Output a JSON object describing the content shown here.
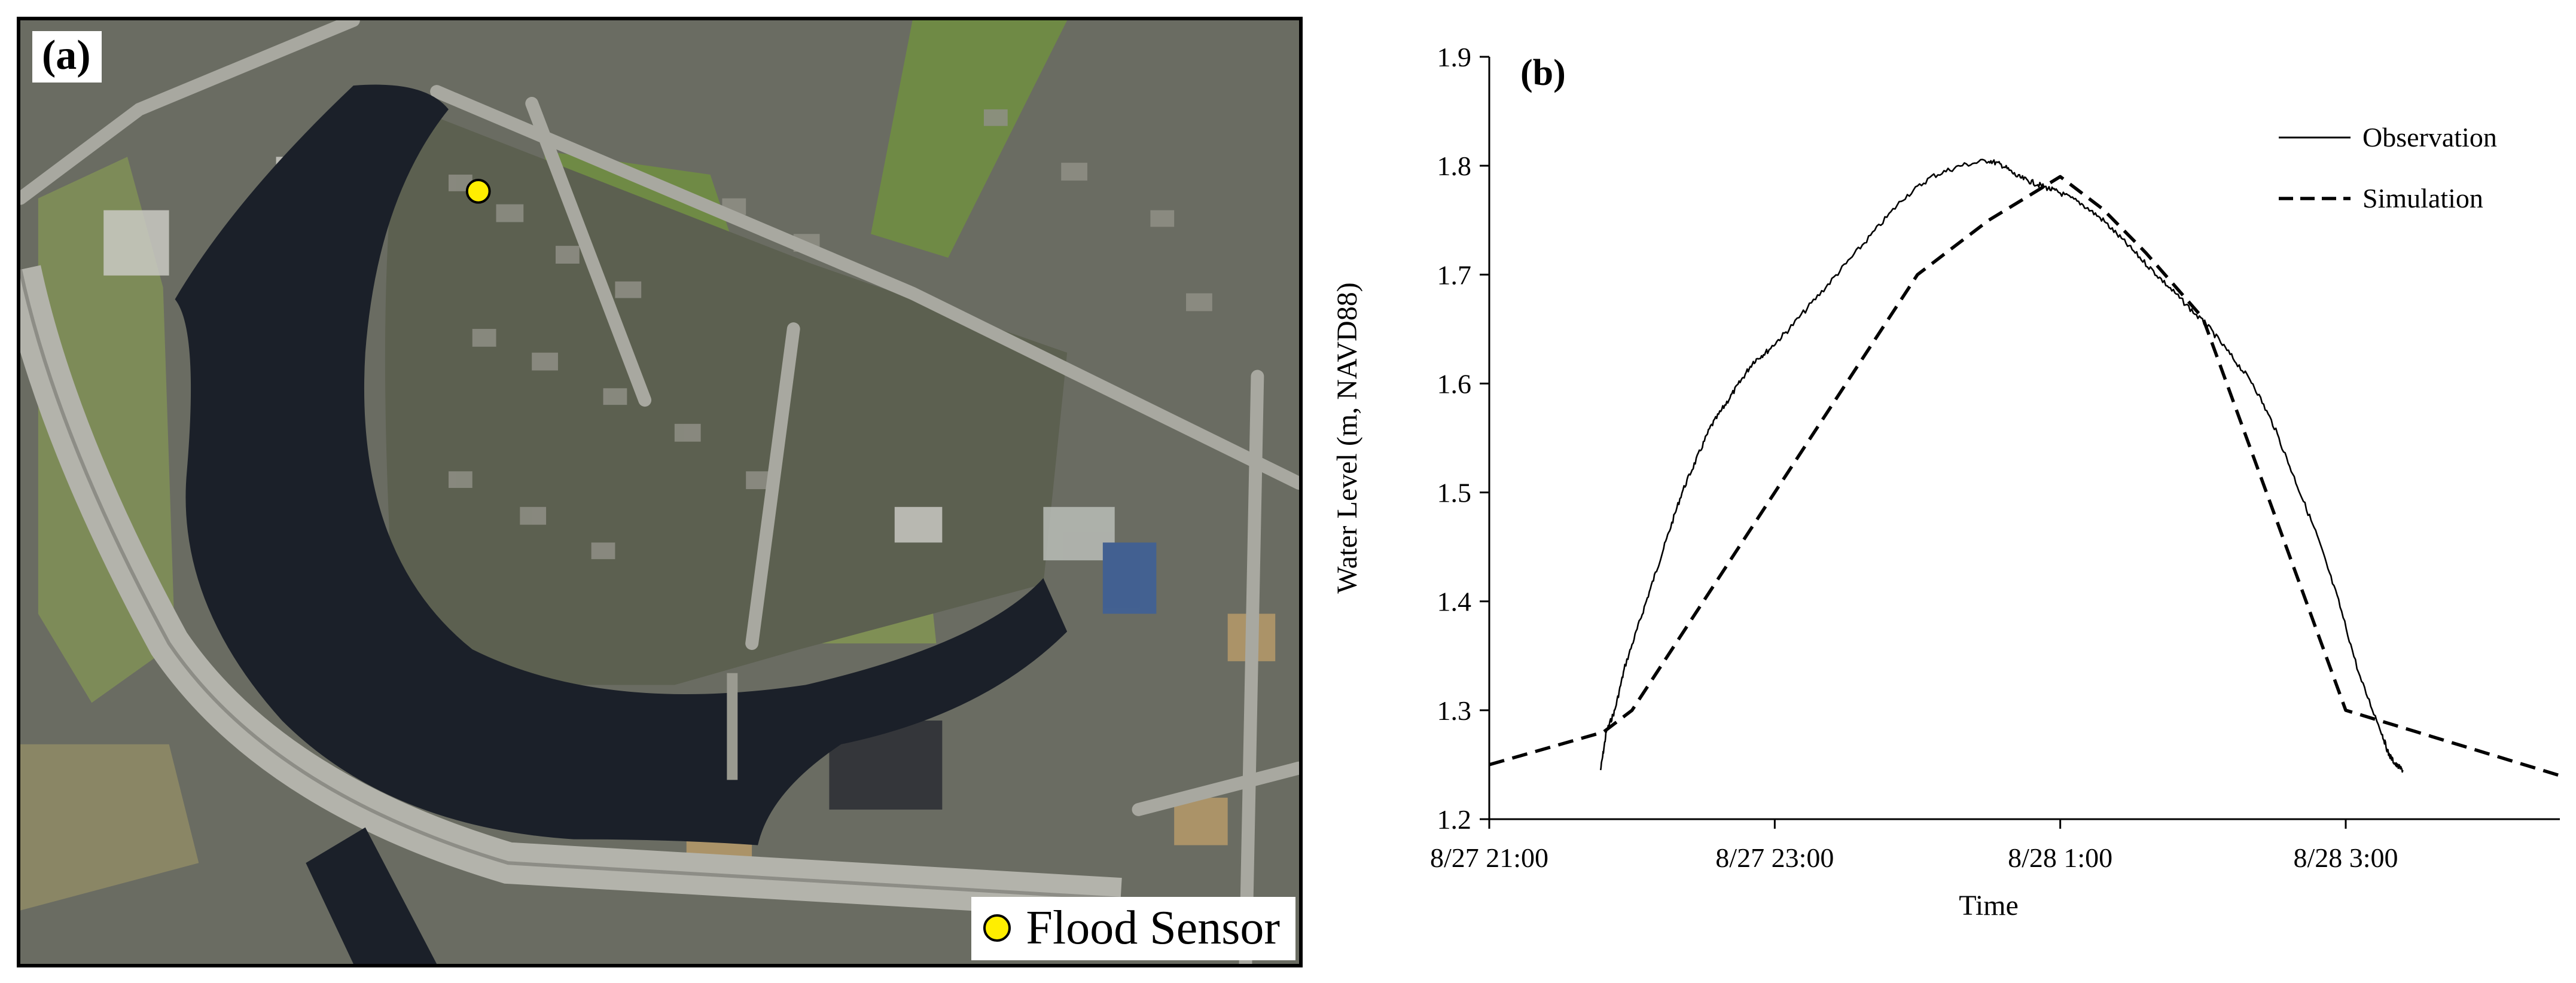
{
  "panel_a": {
    "label": "(a)",
    "legend_label": "Flood Sensor",
    "colors": {
      "water": "#1b2029",
      "sensor": "#ffee00",
      "vegetation": "#6f8a45",
      "roof": "#5a5c56",
      "road": "#9a9a92"
    }
  },
  "panel_b": {
    "label": "(b)"
  },
  "chart_data": {
    "type": "line",
    "xlabel": "Time",
    "ylabel": "Water Level (m, NAVD88)",
    "x_unit": "hours after 8/27 21:00",
    "xlim": [
      0,
      7.5
    ],
    "ylim": [
      1.2,
      1.9
    ],
    "yticks": [
      1.2,
      1.3,
      1.4,
      1.5,
      1.6,
      1.7,
      1.8,
      1.9
    ],
    "xticks": [
      {
        "value": 0,
        "label": "8/27 21:00"
      },
      {
        "value": 2,
        "label": "8/27 23:00"
      },
      {
        "value": 4,
        "label": "8/28 1:00"
      },
      {
        "value": 6,
        "label": "8/28 3:00"
      }
    ],
    "grid": false,
    "legend_position": "top-right",
    "series": [
      {
        "name": "Observation",
        "style": "solid",
        "color": "#000000",
        "x": [
          0.78,
          0.82,
          0.88,
          0.95,
          1.05,
          1.15,
          1.25,
          1.35,
          1.45,
          1.55,
          1.65,
          1.75,
          1.85,
          1.95,
          2.1,
          2.3,
          2.5,
          2.7,
          2.9,
          3.1,
          3.3,
          3.5,
          3.6,
          3.7,
          3.8,
          3.9,
          4.0,
          4.15,
          4.3,
          4.45,
          4.6,
          4.75,
          4.9,
          5.05,
          5.2,
          5.35,
          5.5,
          5.65,
          5.8,
          5.95,
          6.1,
          6.25,
          6.3,
          6.35,
          6.4
        ],
        "y": [
          1.245,
          1.28,
          1.3,
          1.34,
          1.38,
          1.42,
          1.46,
          1.5,
          1.53,
          1.56,
          1.58,
          1.6,
          1.62,
          1.63,
          1.65,
          1.68,
          1.71,
          1.74,
          1.77,
          1.79,
          1.8,
          1.805,
          1.8,
          1.79,
          1.785,
          1.78,
          1.775,
          1.765,
          1.75,
          1.73,
          1.71,
          1.69,
          1.67,
          1.65,
          1.625,
          1.6,
          1.56,
          1.51,
          1.46,
          1.4,
          1.33,
          1.28,
          1.26,
          1.25,
          1.245
        ]
      },
      {
        "name": "Simulation",
        "style": "dashed",
        "color": "#000000",
        "x": [
          0,
          0.8,
          1.0,
          1.5,
          2.0,
          2.5,
          3.0,
          3.5,
          4.0,
          4.3,
          4.6,
          5.0,
          5.5,
          6.0,
          6.5,
          7.0,
          7.5
        ],
        "y": [
          1.25,
          1.28,
          1.3,
          1.4,
          1.5,
          1.6,
          1.7,
          1.75,
          1.79,
          1.76,
          1.72,
          1.66,
          1.48,
          1.3,
          1.28,
          1.26,
          1.24
        ]
      }
    ]
  }
}
